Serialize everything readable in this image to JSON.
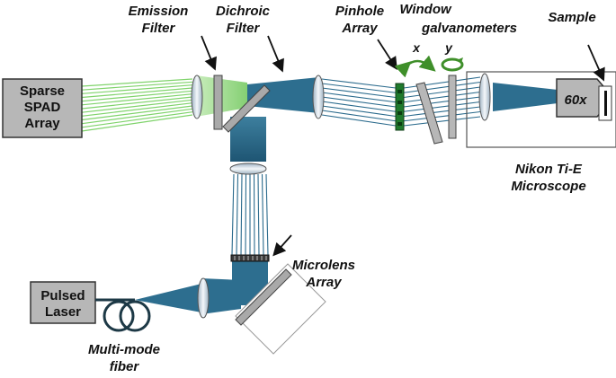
{
  "labels": {
    "emission_filter": [
      "Emission",
      "Filter"
    ],
    "dichroic_filter": [
      "Dichroic",
      "Filter"
    ],
    "pinhole_array": [
      "Pinhole",
      "Array"
    ],
    "window": "Window",
    "galvanometers": "galvanometers",
    "axis_x": "x",
    "axis_y": "y",
    "sample": "Sample",
    "spad_array": [
      "Sparse",
      "SPAD",
      "Array"
    ],
    "objective": "60x",
    "microscope": [
      "Nikon Ti-E",
      "Microscope"
    ],
    "microlens_array": [
      "Microlens",
      "Array"
    ],
    "pulsed_laser": [
      "Pulsed",
      "Laser"
    ],
    "fiber": [
      "Multi-mode",
      "fiber"
    ]
  },
  "colors": {
    "beam_blue": "#2a6a8c",
    "beam_green": "#7fd36b",
    "pinhole_green": "#1f7a2c",
    "arrow_green": "#3f8f2a",
    "component_gray": "#b7b7b7",
    "outline": "#333333"
  }
}
